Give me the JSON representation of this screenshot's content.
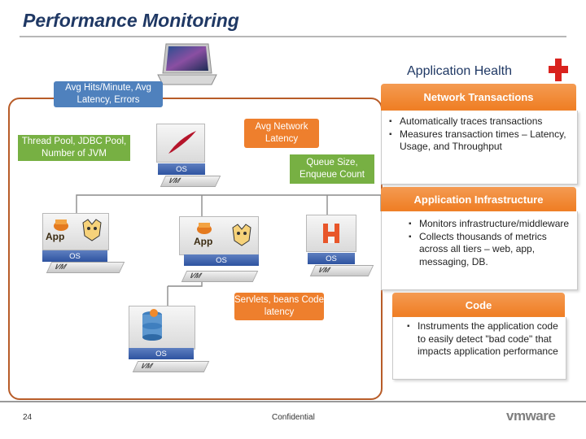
{
  "title": "Performance Monitoring",
  "app_health": {
    "label": "Application Health",
    "cross_color": "#d9231e"
  },
  "callouts": {
    "hits": "Avg Hits/Minute, Avg Latency, Errors",
    "thread": "Thread Pool, JDBC Pool, Number of JVM",
    "network": "Avg Network Latency",
    "queue": "Queue Size, Enqueue Count",
    "servlets": "Servlets, beans Code latency"
  },
  "panels": {
    "network": {
      "header": "Network Transactions",
      "items": [
        "Automatically traces transactions",
        "Measures transaction times – Latency, Usage, and Throughput"
      ]
    },
    "infra": {
      "header": "Application Infrastructure",
      "items": [
        "Monitors infrastructure/middleware",
        "Collects thousands of metrics across all tiers – web, app, messaging, DB."
      ]
    },
    "code": {
      "header": "Code",
      "items": [
        "Instruments the application code to easily detect \"bad code\" that impacts application performance"
      ]
    }
  },
  "labels": {
    "os": "OS",
    "app": "App",
    "vm": "VM"
  },
  "footer": {
    "page": "24",
    "confidential": "Confidential",
    "logo": "vmware"
  },
  "colors": {
    "title": "#1f3864",
    "blue_callout": "#4f81bd",
    "green_callout": "#77b043",
    "orange": "#ee7f2d",
    "frame": "#b85c28"
  }
}
